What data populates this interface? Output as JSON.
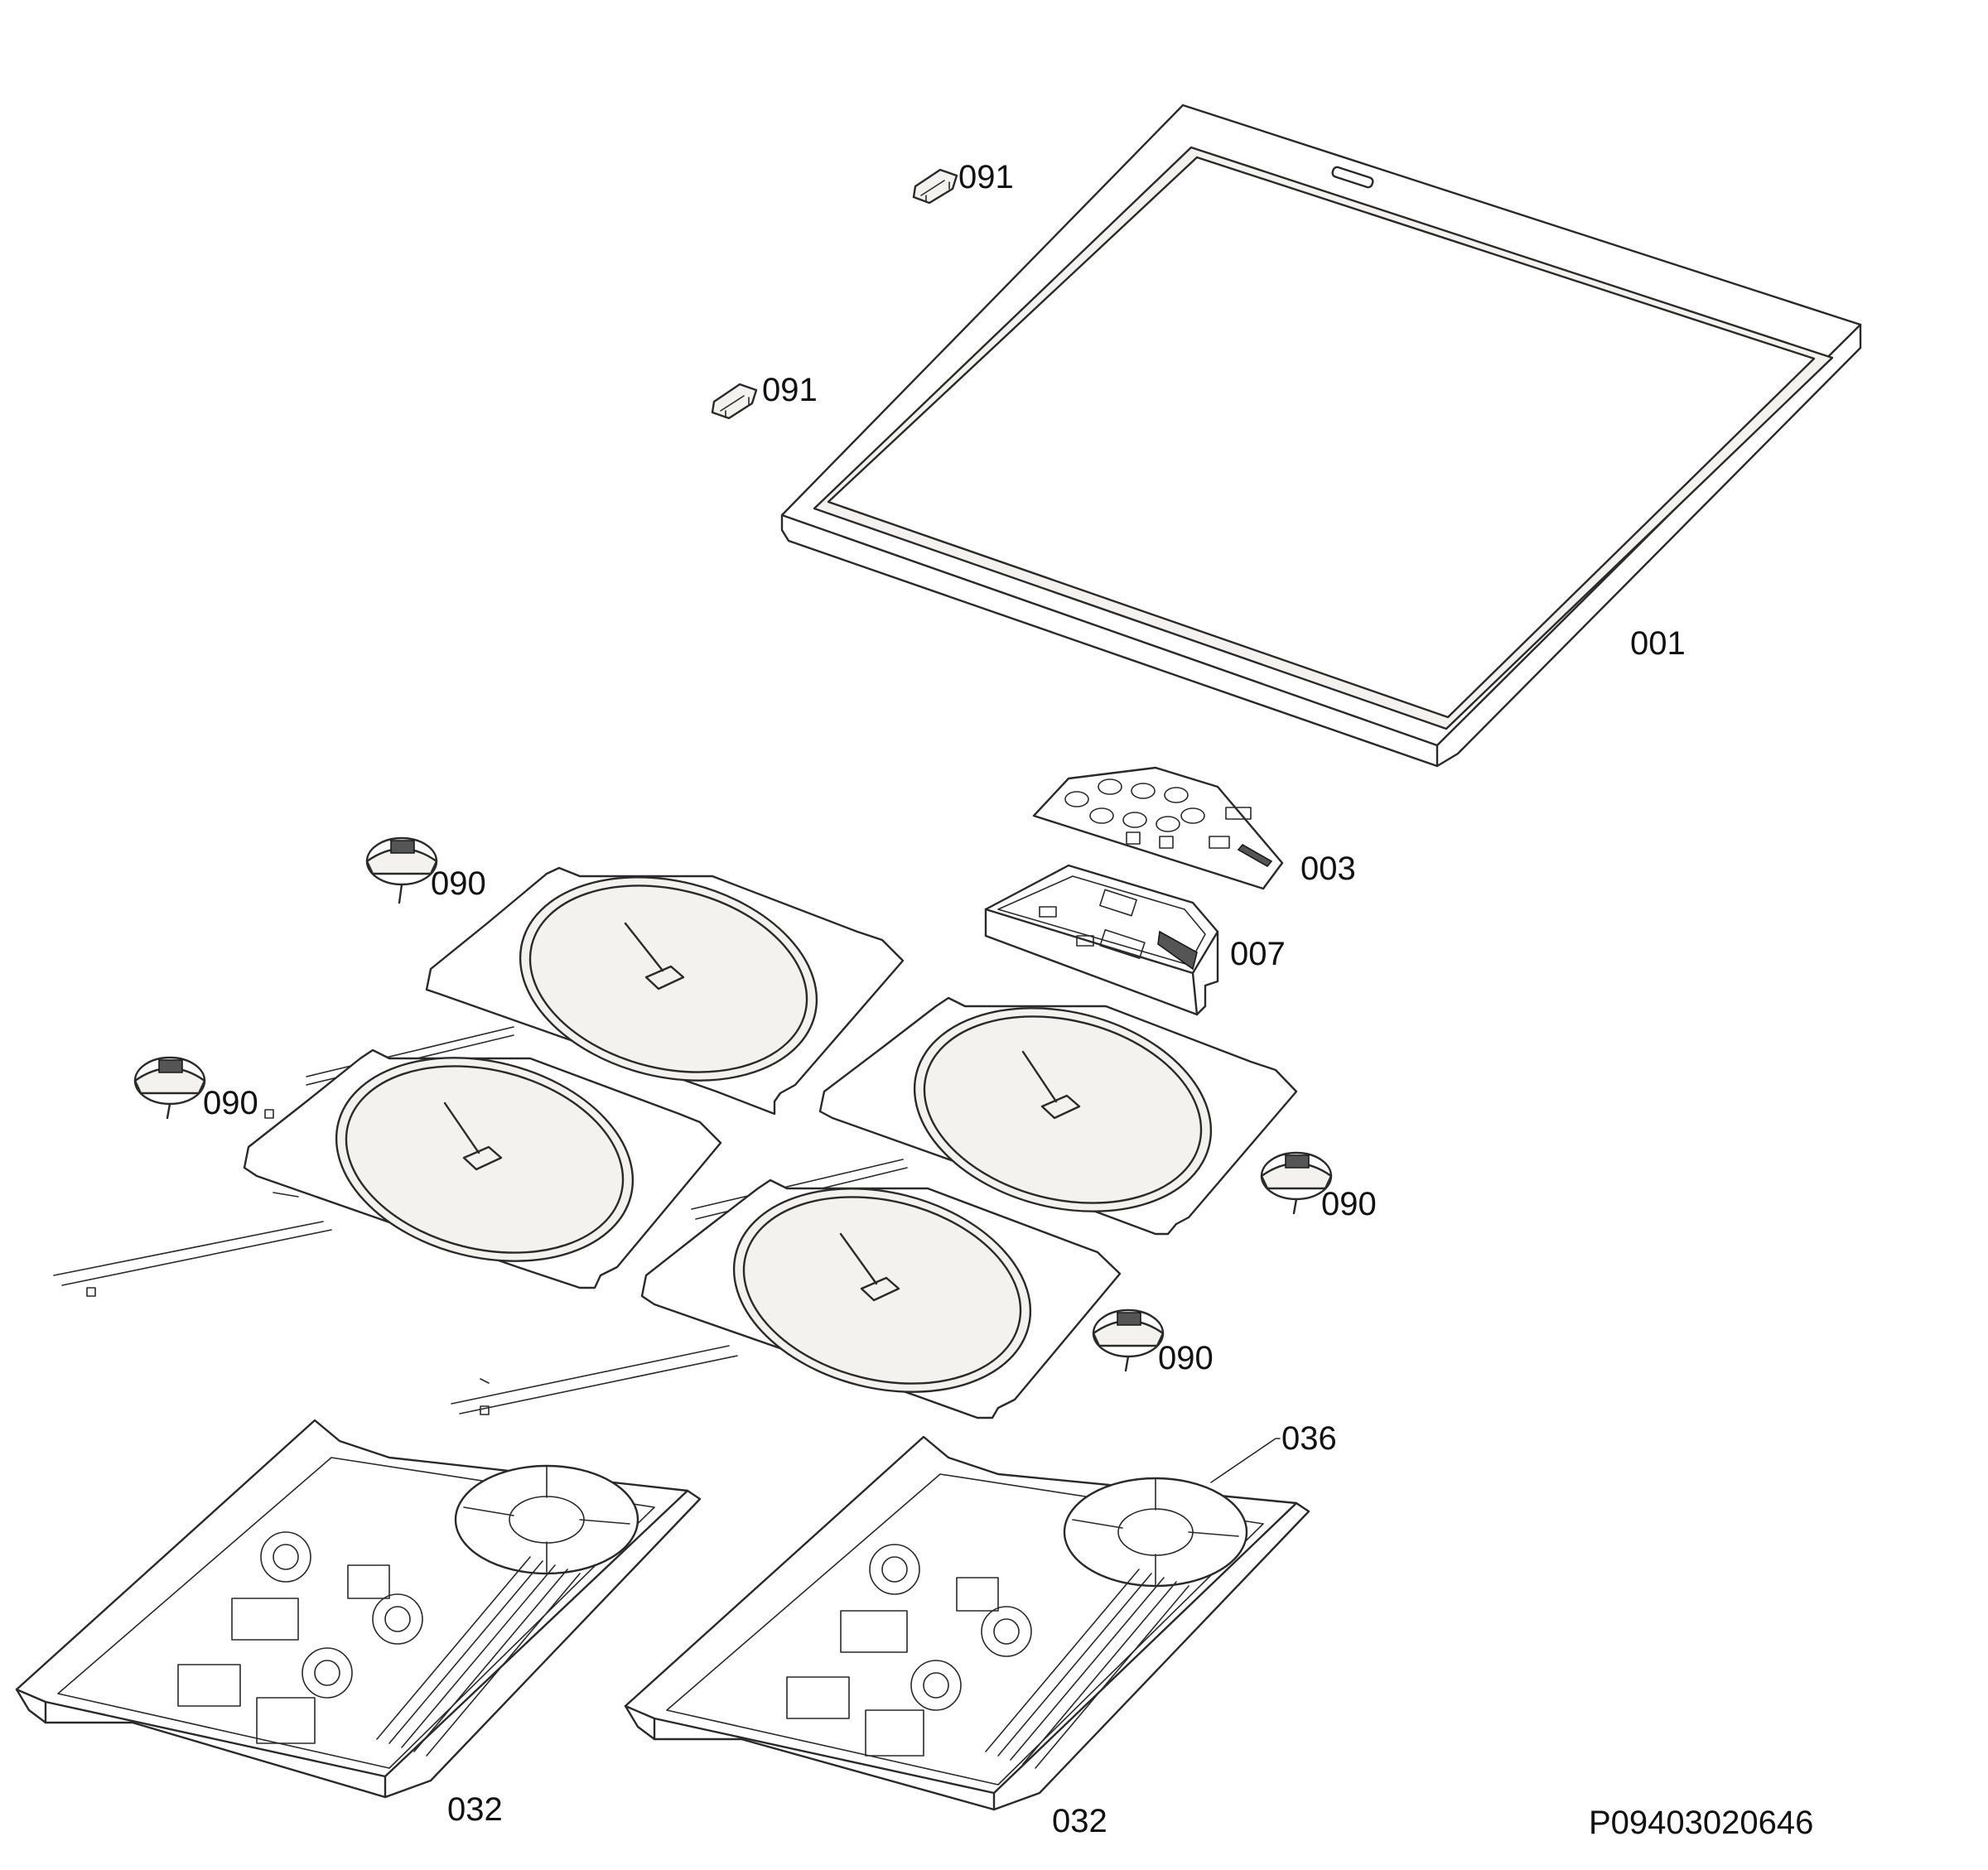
{
  "labels": {
    "part_001": "001",
    "part_003": "003",
    "part_007": "007",
    "part_032_left": "032",
    "part_032_right": "032",
    "part_036": "036",
    "part_090_a": "090",
    "part_090_b": "090",
    "part_090_c": "090",
    "part_090_d": "090",
    "part_091_a": "091",
    "part_091_b": "091"
  },
  "drawing_number": "P09403020646"
}
